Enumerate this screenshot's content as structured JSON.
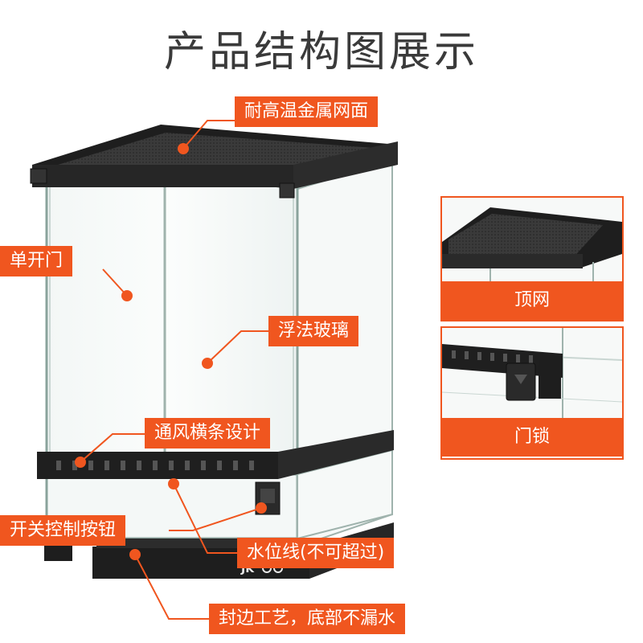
{
  "page": {
    "title": "产品结构图展示"
  },
  "callouts": {
    "top_mesh": "耐高温金属网面",
    "single_door": "单开门",
    "float_glass": "浮法玻璃",
    "vent_strip": "通风横条设计",
    "switch_button": "开关控制按钮",
    "water_line": "水位线(不可超过)",
    "sealed_base": "封边工艺，底部不漏水"
  },
  "details": {
    "top_net": "顶网",
    "door_lock": "门锁"
  },
  "brand": {
    "logo_text": "JK"
  },
  "colors": {
    "accent": "#f0561f",
    "frame": "#1e1e1e",
    "mesh": "#3c3c3c",
    "glass_edge": "#8aa39c"
  }
}
